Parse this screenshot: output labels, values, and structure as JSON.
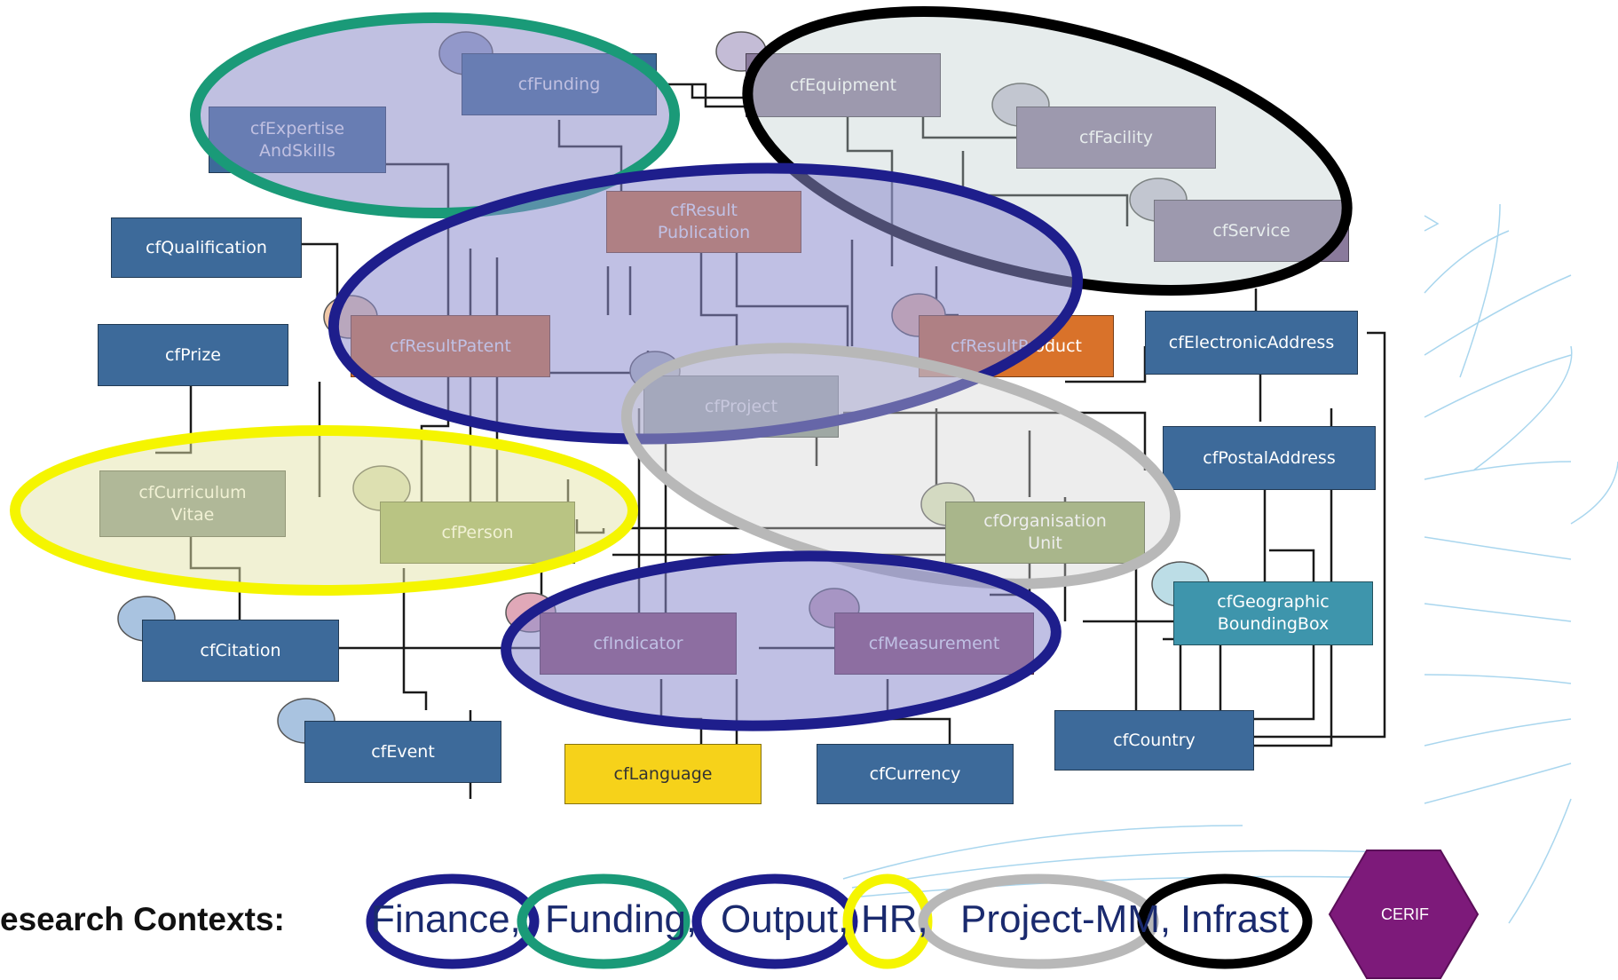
{
  "entities": {
    "funding": "cfFunding",
    "expertise": "cfExpertise\nAndSkills",
    "equipment": "cfEquipment",
    "facility": "cfFacility",
    "service": "cfService",
    "result_publication": "cfResult\nPublication",
    "qualification": "cfQualification",
    "prize": "cfPrize",
    "result_patent": "cfResultPatent",
    "result_product": "cfResultProduct",
    "electronic_address": "cfElectronicAddress",
    "project": "cfProject",
    "postal_address": "cfPostalAddress",
    "curriculum_vitae": "cfCurriculum\nVitae",
    "person": "cfPerson",
    "organisation_unit": "cfOrganisation\nUnit",
    "geographic_bounding_box": "cfGeographic\nBoundingBox",
    "citation": "cfCitation",
    "indicator": "cfIndicator",
    "measurement": "cfMeasurement",
    "event": "cfEvent",
    "country": "cfCountry",
    "language": "cfLanguage",
    "currency": "cfCurrency"
  },
  "context_colors": {
    "finance": "#1e1e8c",
    "funding": "#1a9a78",
    "output": "#1e1e8c",
    "hr": "#f5f500",
    "project_mm": "#b8b8b8",
    "infrastructure": "#000000"
  },
  "legend": {
    "lead": "esearch Contexts:",
    "finance": "Finance,",
    "funding": "Funding,",
    "output": "Output,",
    "hr": "HR,",
    "project_mm": "Project-MM,",
    "infrastructure": "Infrast",
    "badge": "CERIF",
    "badge_color": "#7d1a7a"
  }
}
